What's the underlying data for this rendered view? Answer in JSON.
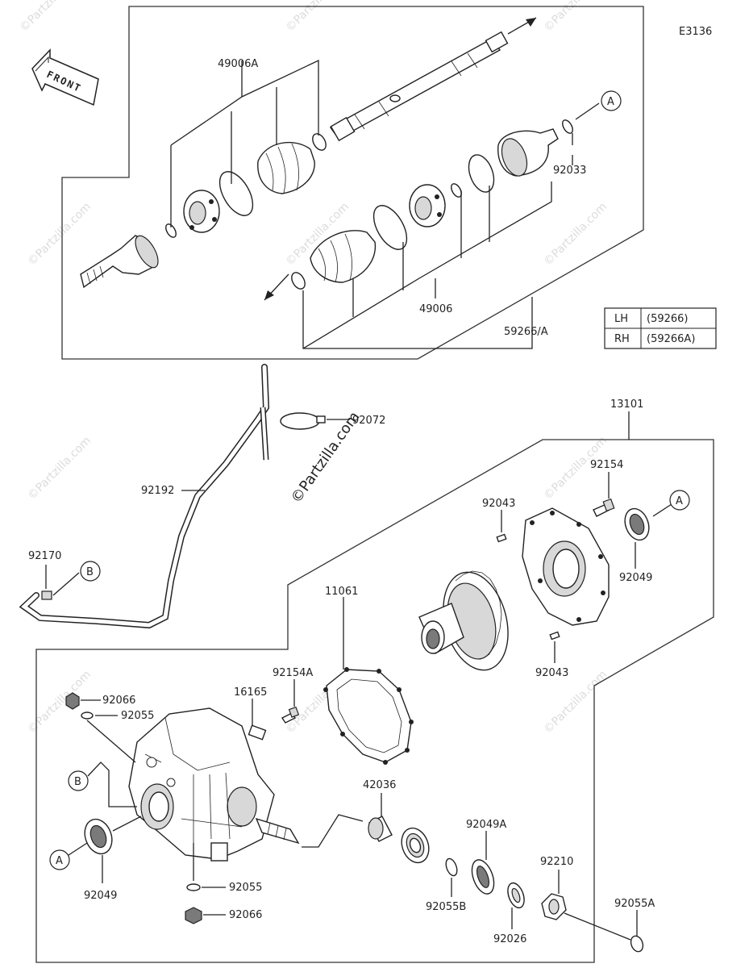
{
  "diagram_code": "E3136",
  "front_label": "FRONT",
  "watermark": "©Partzilla.com",
  "parts": {
    "p49006A": "49006A",
    "p92033": "92033",
    "p49006": "49006",
    "p59266A": "59266/A",
    "p92072": "92072",
    "p13101": "13101",
    "p92192": "92192",
    "p92154": "92154",
    "p92043_top": "92043",
    "p92049_right": "92049",
    "p92170": "92170",
    "p11061": "11061",
    "p92043_bottom": "92043",
    "p92154A": "92154A",
    "p16165": "16165",
    "p92066_top": "92066",
    "p92055_top": "92055",
    "p42036": "42036",
    "p92049A": "92049A",
    "p92210": "92210",
    "p92049_left": "92049",
    "p92055_bottom": "92055",
    "p92066_bottom": "92066",
    "p92055B": "92055B",
    "p92026": "92026",
    "p92055A": "92055A"
  },
  "refs": {
    "A": "A",
    "B": "B"
  },
  "variant_table": [
    {
      "side": "LH",
      "code": "(59266)"
    },
    {
      "side": "RH",
      "code": "(59266A)"
    }
  ]
}
